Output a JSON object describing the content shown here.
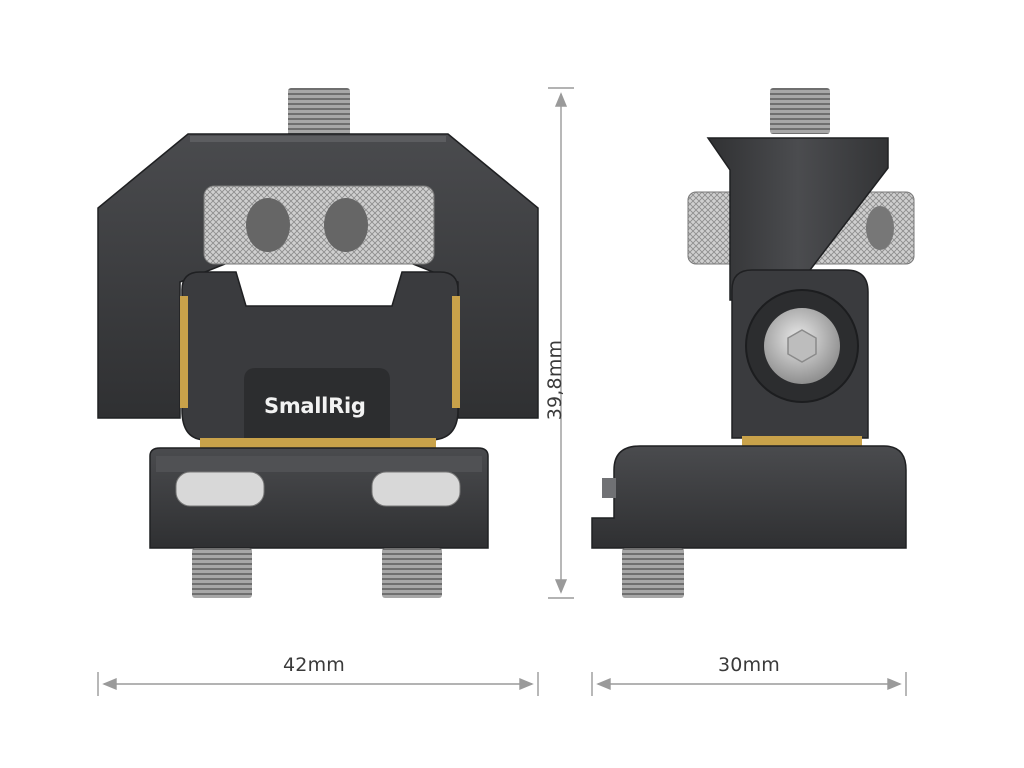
{
  "product": {
    "brand_logo": "SmallRig"
  },
  "dimensions": {
    "front_width": "42mm",
    "height": "39,8mm",
    "side_width": "30mm"
  },
  "colors": {
    "metal_dark": "#3b3c3e",
    "metal_mid": "#55575a",
    "knurl": "#c9c9c9",
    "screw": "#9a9a9a",
    "brass": "#c9a24a",
    "dimension_line": "#9a9a9a",
    "dimension_text": "#3a3a3a"
  }
}
